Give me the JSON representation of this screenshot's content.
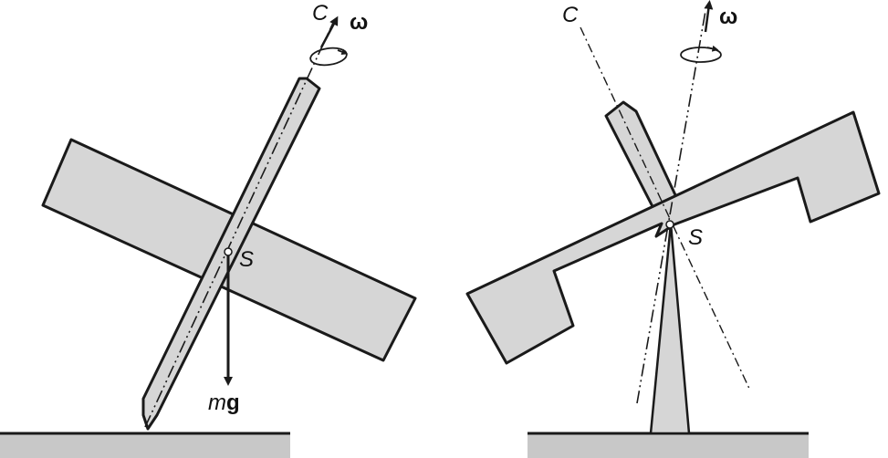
{
  "left_figure": {
    "axis_label": "C",
    "omega_label": "ω",
    "point_label": "S",
    "weight_label_m": "m",
    "weight_label_g": "g"
  },
  "right_figure": {
    "axis_label": "C",
    "omega_label": "ω",
    "point_label": "S"
  },
  "colors": {
    "fill": "#d6d6d6",
    "stroke": "#1a1a1a",
    "ground": "#c8c8c8"
  }
}
